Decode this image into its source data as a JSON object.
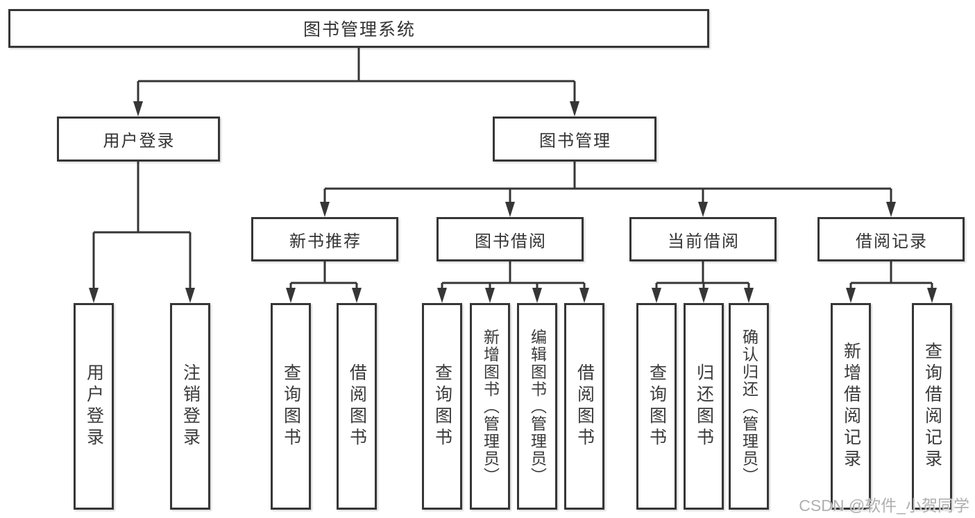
{
  "diagram": {
    "title": "图书管理系统",
    "tree": {
      "root": {
        "id": "library-system",
        "label": "图书管理系统"
      },
      "level1": [
        {
          "id": "user-login",
          "label": "用户登录",
          "parent": "library-system"
        },
        {
          "id": "book-management",
          "label": "图书管理",
          "parent": "library-system"
        }
      ],
      "level2": [
        {
          "id": "new-book-recommend",
          "label": "新书推荐",
          "parent": "book-management"
        },
        {
          "id": "book-borrow",
          "label": "图书借阅",
          "parent": "book-management"
        },
        {
          "id": "current-borrow",
          "label": "当前借阅",
          "parent": "book-management"
        },
        {
          "id": "borrow-record",
          "label": "借阅记录",
          "parent": "book-management"
        }
      ],
      "leaves": [
        {
          "id": "user-login-action",
          "label": "用户登录",
          "parent": "user-login"
        },
        {
          "id": "logout-action",
          "label": "注销登录",
          "parent": "user-login"
        },
        {
          "id": "query-books-recommend",
          "label": "查询图书",
          "parent": "new-book-recommend"
        },
        {
          "id": "borrow-books-recommend",
          "label": "借阅图书",
          "parent": "new-book-recommend"
        },
        {
          "id": "query-books-borrow",
          "label": "查询图书",
          "parent": "book-borrow"
        },
        {
          "id": "add-books-admin",
          "label": "新增图书（管理员）",
          "parent": "book-borrow"
        },
        {
          "id": "edit-books-admin",
          "label": "编辑图书（管理员）",
          "parent": "book-borrow"
        },
        {
          "id": "borrow-books",
          "label": "借阅图书",
          "parent": "book-borrow"
        },
        {
          "id": "query-books-current",
          "label": "查询图书",
          "parent": "current-borrow"
        },
        {
          "id": "return-books",
          "label": "归还图书",
          "parent": "current-borrow"
        },
        {
          "id": "confirm-return-admin",
          "label": "确认归还（管理员）",
          "parent": "current-borrow"
        },
        {
          "id": "add-borrow-record",
          "label": "新增借阅记录",
          "parent": "borrow-record"
        },
        {
          "id": "query-borrow-record",
          "label": "查询借阅记录",
          "parent": "borrow-record"
        }
      ]
    },
    "colors": {
      "line": "#363636",
      "border": "#363636",
      "text": "#333333",
      "background": "#ffffff",
      "watermark": "#ababab"
    }
  },
  "watermark": {
    "text": "CSDN @软件_小贺同学"
  }
}
